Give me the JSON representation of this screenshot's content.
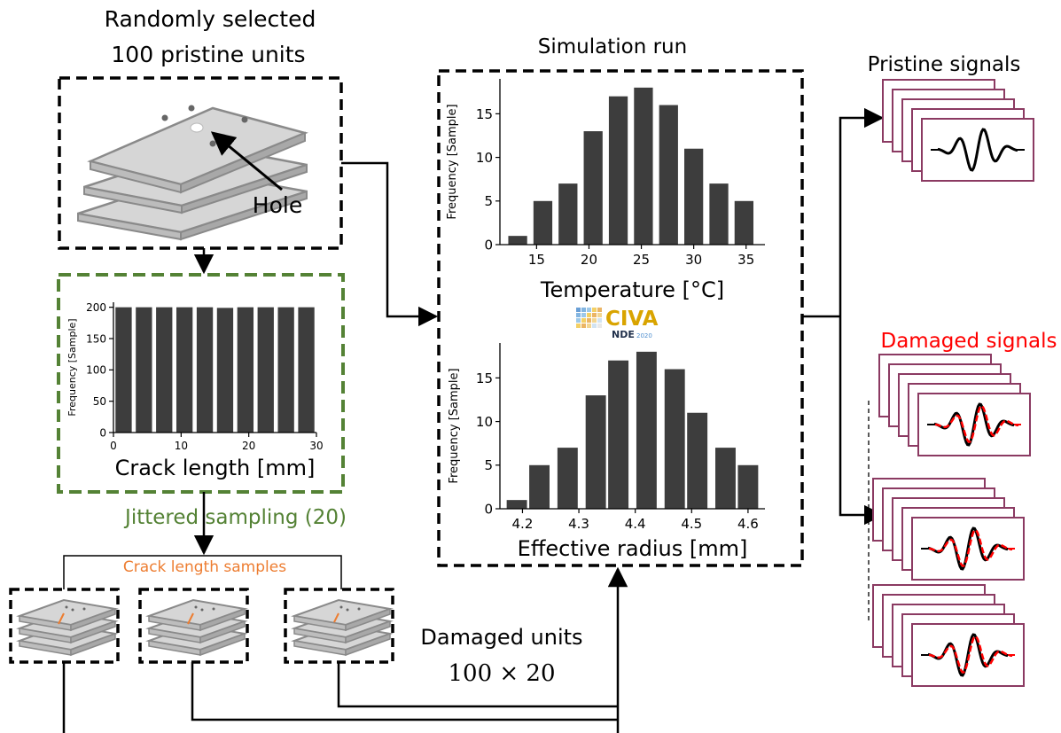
{
  "labels": {
    "pristine_title_1": "Randomly selected",
    "pristine_title_2": "100 pristine units",
    "hole": "Hole",
    "simulation_run": "Simulation run",
    "pristine_signals": "Pristine signals",
    "damaged_signals": "Damaged signals",
    "jittered_sampling": "Jittered sampling (20)",
    "crack_length_samples": "Crack length samples",
    "damaged_units_1": "Damaged units",
    "damaged_units_2": "100 × 20",
    "civa_word": "CIVA",
    "civa_sub": "NDE",
    "civa_year": "2020"
  },
  "colors": {
    "bars": "#3d3d3d",
    "green_frame": "#548235",
    "orange": "#ed7d31",
    "red": "#ff0000",
    "signal_frame": "#8b3a62",
    "plate": "#d6d6d6",
    "civa_gold": "#d9a400"
  },
  "chart_data": [
    {
      "type": "bar",
      "title": "",
      "xlabel": "Crack length [mm]",
      "ylabel": "Frequency [Sample]",
      "x": [
        1.5,
        4.5,
        7.5,
        10.5,
        13.5,
        16.5,
        19.5,
        22.5,
        25.5,
        28.5
      ],
      "values": [
        200,
        200,
        200,
        200,
        200,
        199,
        200,
        200,
        200,
        200
      ],
      "xlim": [
        0,
        30
      ],
      "ylim": [
        0,
        208
      ],
      "xticks": [
        "0",
        "10",
        "20",
        "30"
      ],
      "xtick_values": [
        0,
        10,
        20,
        30
      ],
      "yticks": [
        "0",
        "50",
        "100",
        "150",
        "200"
      ],
      "ytick_values": [
        0,
        50,
        100,
        150,
        200
      ]
    },
    {
      "type": "bar",
      "title": "",
      "xlabel": "Temperature [°C]",
      "ylabel": "Frequency [Sample]",
      "x": [
        13.2,
        15.6,
        18.0,
        20.4,
        22.8,
        25.2,
        27.6,
        30.0,
        32.4,
        34.8
      ],
      "values": [
        1,
        5,
        7,
        13,
        17,
        18,
        16,
        11,
        7,
        5
      ],
      "xlim": [
        11.5,
        36.8
      ],
      "ylim": [
        0,
        19
      ],
      "xticks": [
        "15",
        "20",
        "25",
        "30",
        "35"
      ],
      "xtick_values": [
        15,
        20,
        25,
        30,
        35
      ],
      "yticks": [
        "0",
        "5",
        "10",
        "15"
      ],
      "ytick_values": [
        0,
        5,
        10,
        15
      ]
    },
    {
      "type": "bar",
      "title": "",
      "xlabel": "Effective radius [mm]",
      "ylabel": "Frequency [Sample]",
      "x": [
        4.19,
        4.23,
        4.28,
        4.33,
        4.37,
        4.42,
        4.47,
        4.51,
        4.56,
        4.6
      ],
      "values": [
        1,
        5,
        7,
        13,
        17,
        18,
        16,
        11,
        7,
        5
      ],
      "xlim": [
        4.16,
        4.63
      ],
      "ylim": [
        0,
        19
      ],
      "xticks": [
        "4.2",
        "4.3",
        "4.4",
        "4.5",
        "4.6"
      ],
      "xtick_values": [
        4.2,
        4.3,
        4.4,
        4.5,
        4.6
      ],
      "yticks": [
        "0",
        "5",
        "10",
        "15"
      ],
      "ytick_values": [
        0,
        5,
        10,
        15
      ]
    }
  ]
}
